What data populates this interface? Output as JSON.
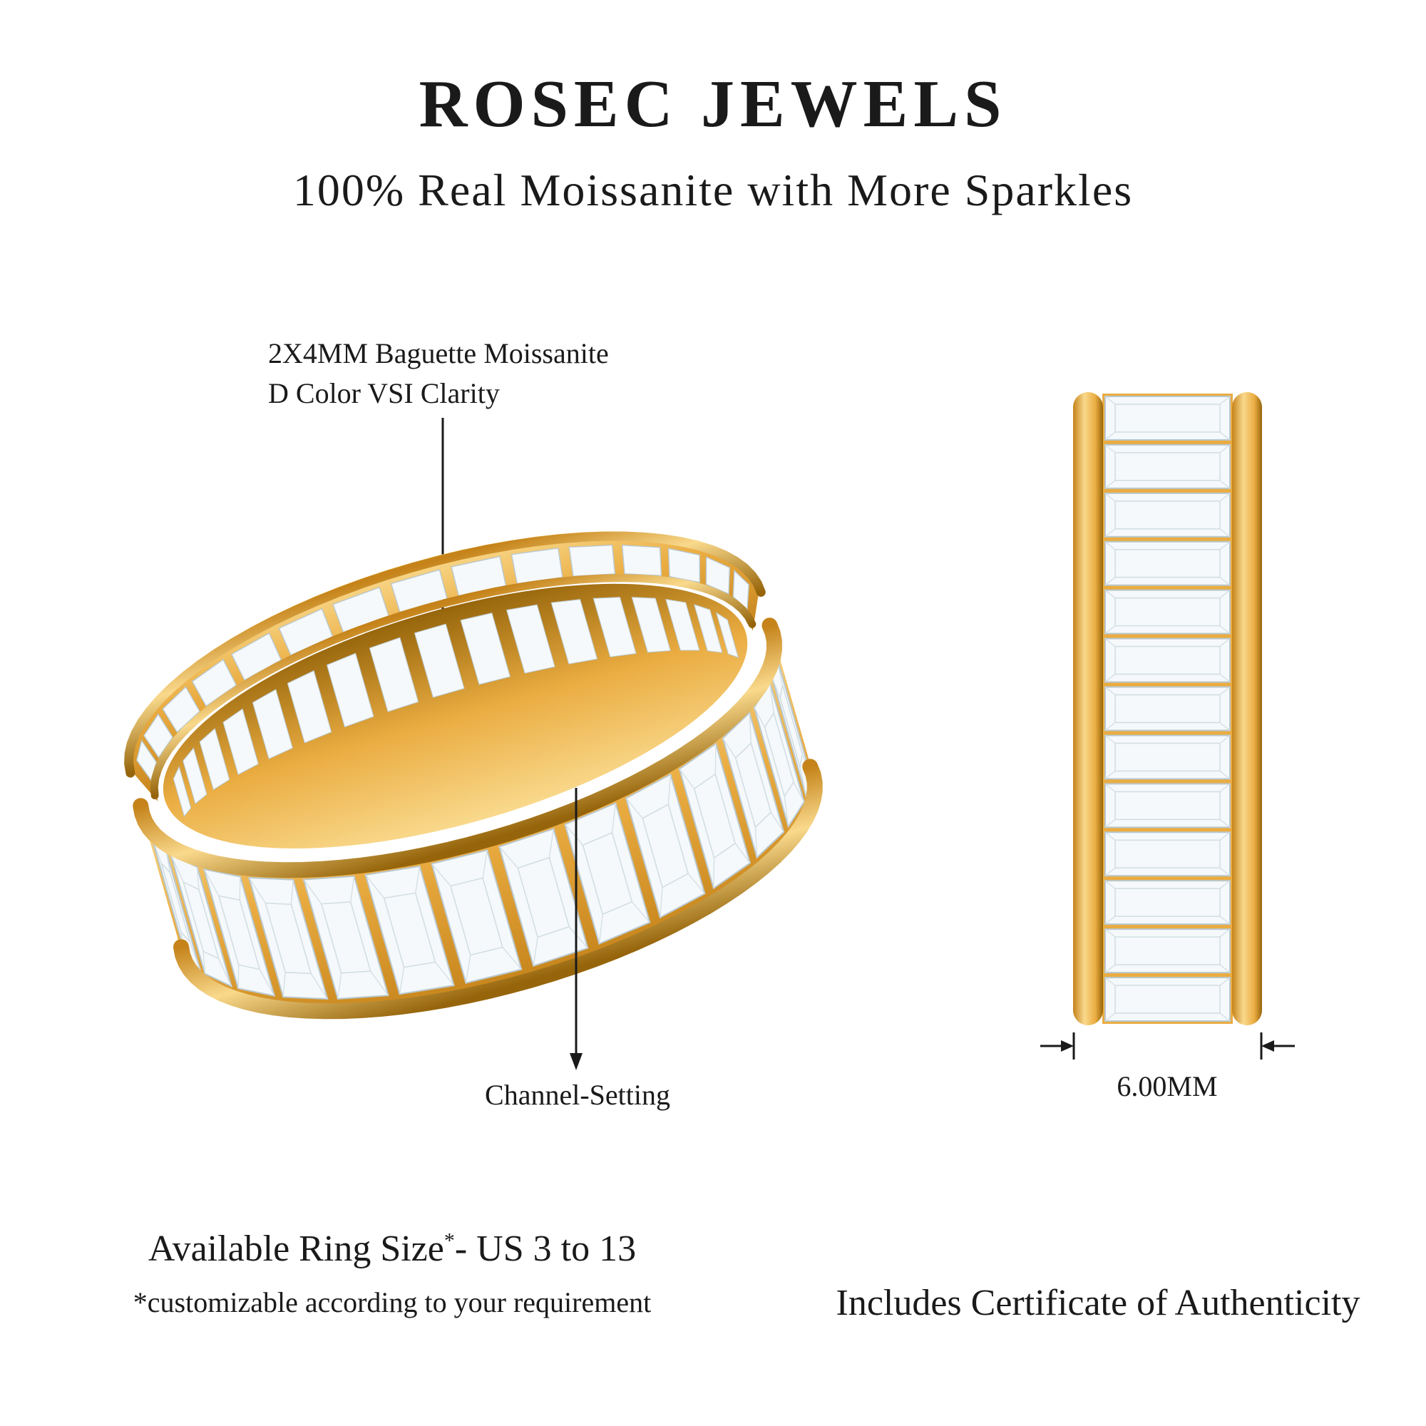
{
  "header": {
    "brand": "ROSEC JEWELS",
    "tagline": "100% Real Moissanite with More Sparkles"
  },
  "annotations": {
    "stone_line1": "2X4MM Baguette Moissanite",
    "stone_line2": "D Color VSI Clarity",
    "setting_label": "Channel-Setting",
    "width_label": "6.00MM"
  },
  "footer": {
    "size_label": "Available Ring Size",
    "size_asterisk": "*",
    "size_value": "- US 3 to 13",
    "customizable_note": "*customizable according to your requirement",
    "certificate_note": "Includes Certificate of Authenticity"
  },
  "ring": {
    "front_stone_count": 14,
    "far_stone_count": 15,
    "inner_slot_count": 17,
    "side_stone_count": 13
  },
  "colors": {
    "background": "#ffffff",
    "text": "#1a1a1a",
    "gold_light": "#F9D98C",
    "gold": "#EAAC41",
    "gold_dark": "#C5831A",
    "gold_deep": "#96650B",
    "stone": "#F5F9FB",
    "stone_edge": "#B9C8CF",
    "stone_facet": "#D3DEE3"
  }
}
